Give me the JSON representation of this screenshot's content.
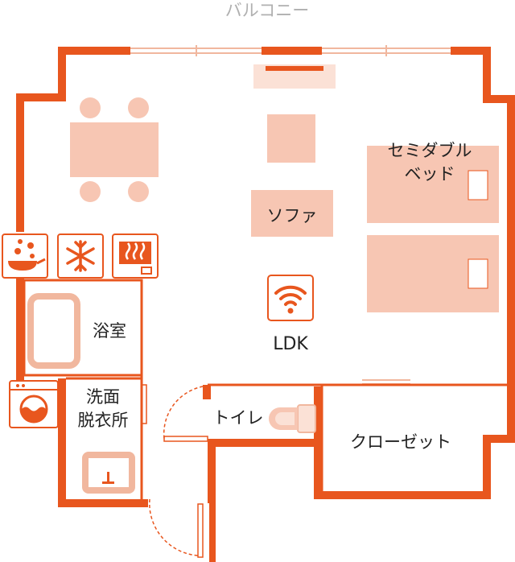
{
  "labels": {
    "balcony": "バルコニー",
    "bed_line1": "セミダブル",
    "bed_line2": "ベッド",
    "sofa": "ソファ",
    "ldk": "LDK",
    "bath": "浴室",
    "washroom_line1": "洗面",
    "washroom_line2": "脱衣所",
    "toilet": "トイレ",
    "closet": "クローゼット"
  },
  "icons": [
    "gas-stove-icon",
    "refrigerator-icon",
    "hot-water-icon",
    "wifi-icon",
    "washing-machine-icon"
  ],
  "colors": {
    "wall": "#e8561e",
    "furniture": "#f7c6b3",
    "furniture_light": "#fbe1d6",
    "window_line": "#f1b79e",
    "text": "#222222",
    "balcony_text": "#b0b0b0"
  }
}
